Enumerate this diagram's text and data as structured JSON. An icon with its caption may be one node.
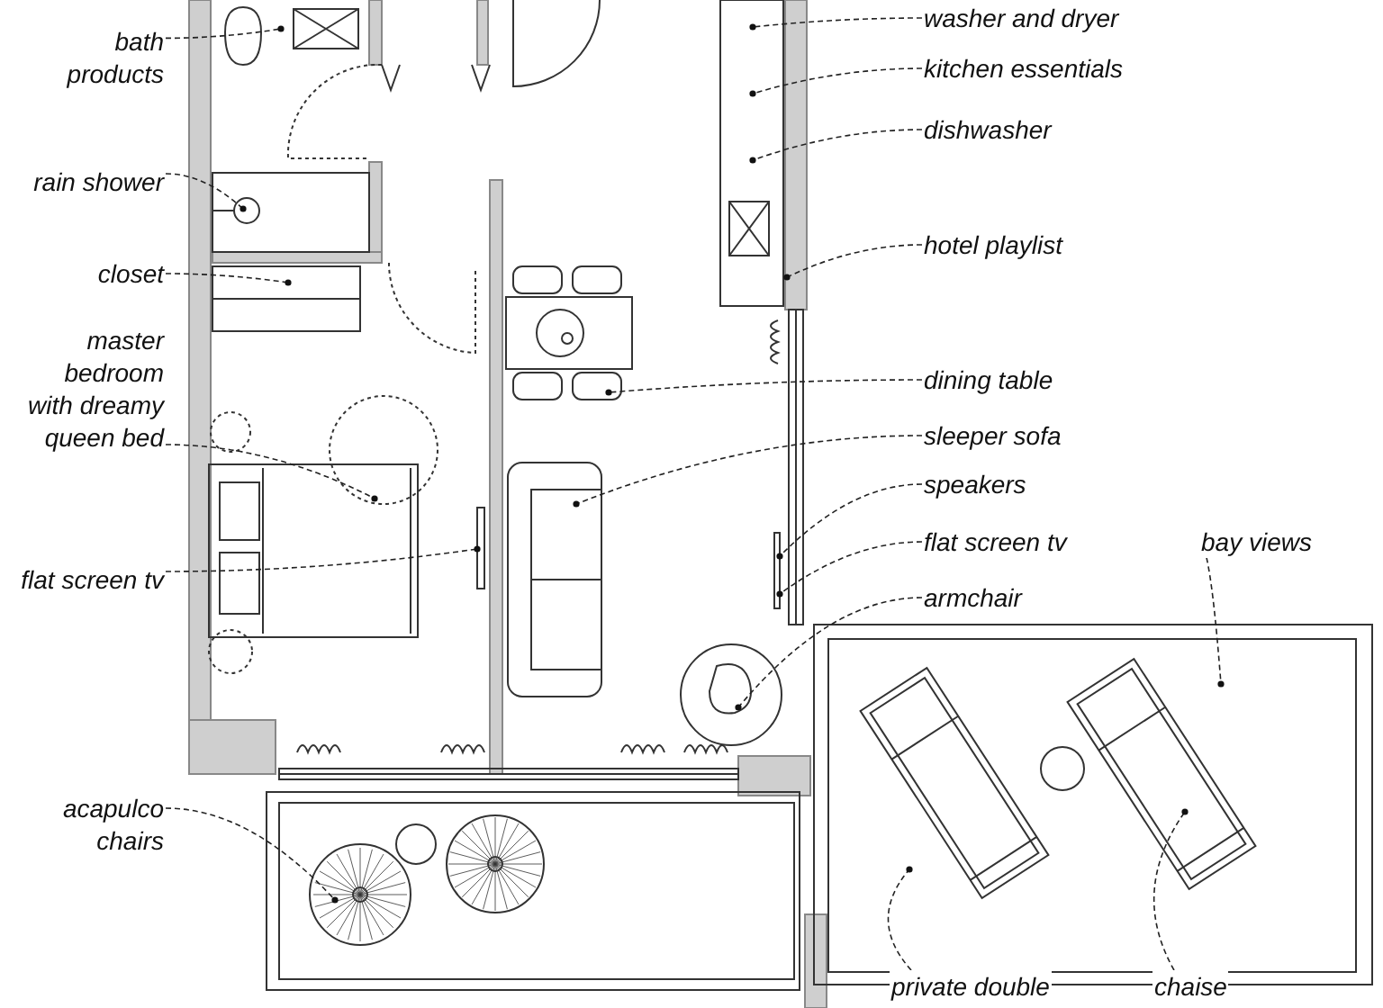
{
  "diagram": {
    "nodes": [
      {
        "text": [
          "bath products"
        ]
      },
      {
        "text": [
          "rain shower"
        ]
      },
      {
        "text": [
          "closet"
        ]
      },
      {
        "text": [
          "master bedroom with dreamy queen bed"
        ]
      },
      {
        "text": [
          "flat screen tv"
        ]
      },
      {
        "text": [
          "acapulco chairs"
        ]
      },
      {
        "text": [
          "washer and dryer"
        ]
      },
      {
        "text": [
          "kitchen essentials"
        ]
      },
      {
        "text": [
          "dishwasher"
        ]
      },
      {
        "text": [
          "hotel playlist"
        ]
      },
      {
        "text": [
          "dining table"
        ]
      },
      {
        "text": [
          "sleeper sofa"
        ]
      },
      {
        "text": [
          "speakers"
        ]
      },
      {
        "text": [
          "flat screen tv"
        ]
      },
      {
        "text": [
          "armchair"
        ]
      },
      {
        "text": [
          "bay views"
        ]
      },
      {
        "text": [
          "private double"
        ]
      },
      {
        "text": [
          "chaise"
        ]
      }
    ],
    "edges": [
      {
        "from": 0,
        "to": null,
        "arrow": "none"
      },
      {
        "from": 1,
        "to": null,
        "arrow": "none"
      },
      {
        "from": 2,
        "to": null,
        "arrow": "none"
      },
      {
        "from": 3,
        "to": null,
        "arrow": "none"
      },
      {
        "from": 4,
        "to": null,
        "arrow": "none"
      },
      {
        "from": 5,
        "to": null,
        "arrow": "none"
      },
      {
        "from": 6,
        "to": null,
        "arrow": "none"
      },
      {
        "from": 7,
        "to": null,
        "arrow": "none"
      },
      {
        "from": 8,
        "to": null,
        "arrow": "none"
      },
      {
        "from": 9,
        "to": null,
        "arrow": "none"
      },
      {
        "from": 10,
        "to": null,
        "arrow": "none"
      },
      {
        "from": 11,
        "to": null,
        "arrow": "none"
      },
      {
        "from": 12,
        "to": null,
        "arrow": "none"
      },
      {
        "from": 13,
        "to": null,
        "arrow": "none"
      },
      {
        "from": 14,
        "to": null,
        "arrow": "none"
      },
      {
        "from": 15,
        "to": null,
        "arrow": "none"
      },
      {
        "from": 16,
        "to": null,
        "arrow": "none"
      },
      {
        "from": 17,
        "to": null,
        "arrow": "none"
      }
    ]
  }
}
